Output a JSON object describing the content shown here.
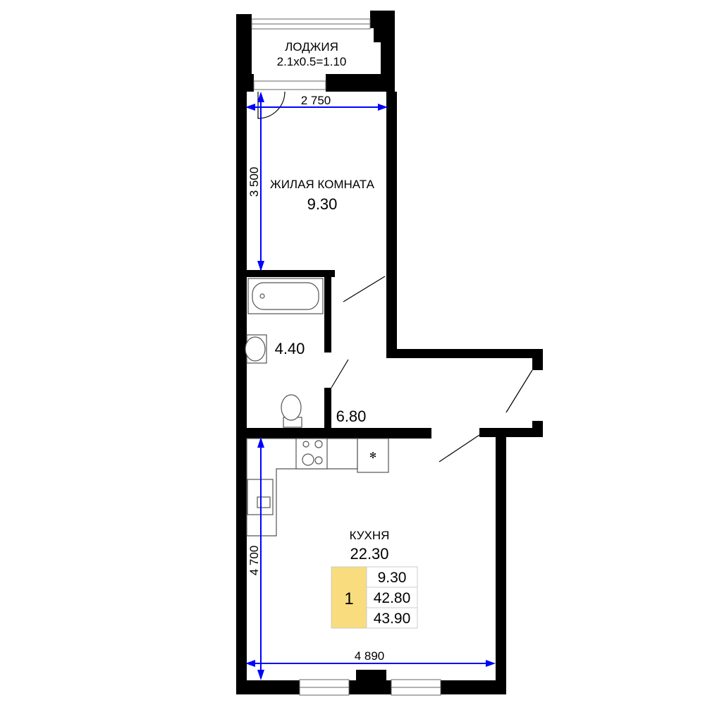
{
  "rooms": {
    "loggia": {
      "name": "ЛОДЖИЯ",
      "area": "2.1x0.5=1.10"
    },
    "living": {
      "name": "ЖИЛАЯ КОМНАТА",
      "area": "9.30"
    },
    "bathroom": {
      "area": "4.40"
    },
    "hall": {
      "area": "6.80"
    },
    "kitchen": {
      "name": "КУХНЯ",
      "area": "22.30"
    }
  },
  "dimensions": {
    "living_width": "2 750",
    "living_length": "3 500",
    "kitchen_length": "4 700",
    "kitchen_width": "4 890"
  },
  "summary": {
    "rooms_count": "1",
    "living_area": "9.30",
    "total_area": "42.80",
    "total_with_loggia": "43.90"
  },
  "colors": {
    "dimension": "#0000ff",
    "badge": "#f8dc7e"
  }
}
